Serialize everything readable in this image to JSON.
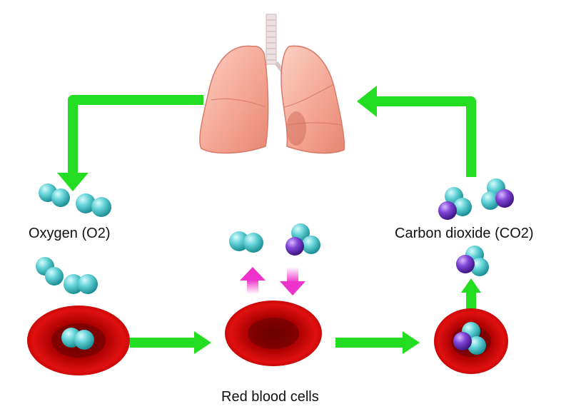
{
  "labels": {
    "oxygen": "Oxygen (O2)",
    "carbon_dioxide": "Carbon dioxide (CO2)",
    "red_blood_cells": "Red blood cells"
  },
  "colors": {
    "arrow_green": "#22dd22",
    "arrow_pink": "#ee33cc",
    "oxygen_atom": "#55ccd0",
    "carbon_atom": "#7744cc",
    "red_blood_cell": "#cc0000",
    "lung": "#f5a898"
  }
}
